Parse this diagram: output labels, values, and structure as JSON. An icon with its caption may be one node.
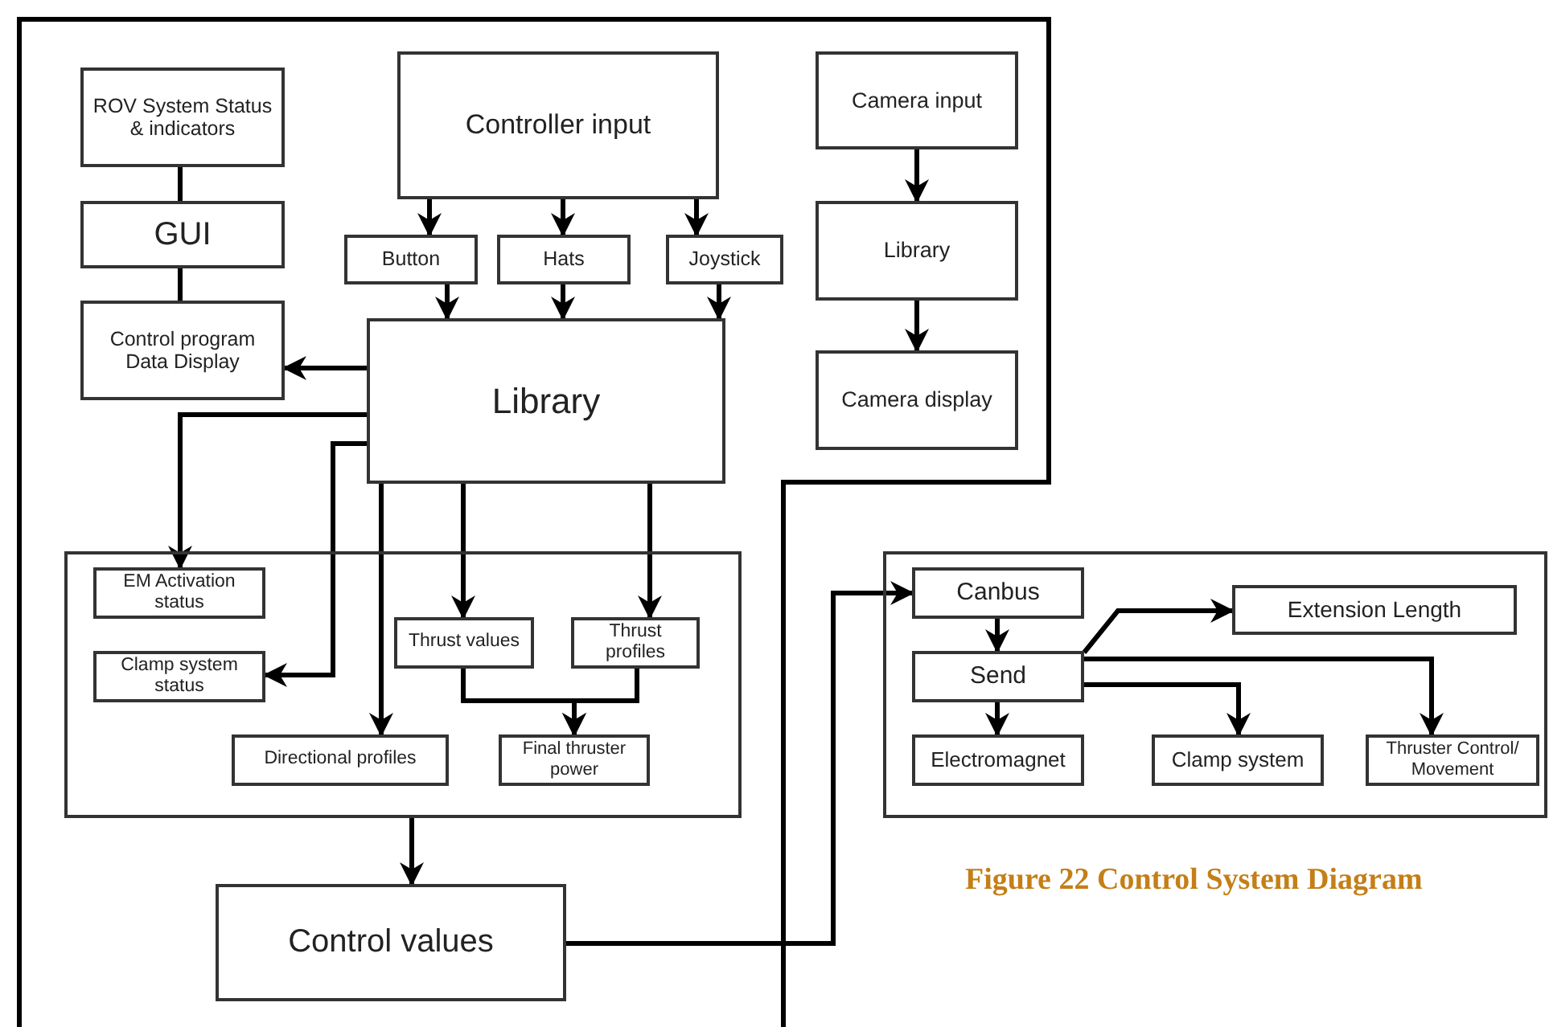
{
  "diagram": {
    "caption": "Figure 22 Control System Diagram",
    "nodes": [
      {
        "text": [
          "ROV System Status & indicators"
        ]
      },
      {
        "text": [
          "GUI"
        ]
      },
      {
        "text": [
          "Control program Data Display"
        ]
      },
      {
        "text": [
          "Controller input"
        ]
      },
      {
        "text": [
          "Button"
        ]
      },
      {
        "text": [
          "Hats"
        ]
      },
      {
        "text": [
          "Joystick"
        ]
      },
      {
        "text": [
          "Library"
        ]
      },
      {
        "text": [
          "Camera input"
        ]
      },
      {
        "text": [
          "Library"
        ]
      },
      {
        "text": [
          "Camera display"
        ]
      },
      {
        "text": [],
        "shape": "box"
      },
      {
        "text": [
          "EM Activation status"
        ],
        "in": 11
      },
      {
        "text": [
          "Clamp system status"
        ],
        "in": 11
      },
      {
        "text": [
          "Thrust values"
        ],
        "in": 11
      },
      {
        "text": [
          "Thrust profiles"
        ],
        "in": 11
      },
      {
        "text": [
          "Directional profiles"
        ],
        "in": 11
      },
      {
        "text": [
          "Final thruster power"
        ],
        "in": 11
      },
      {
        "text": [
          "Control values"
        ]
      },
      {
        "text": [],
        "shape": "box"
      },
      {
        "text": [
          "Canbus"
        ],
        "in": 19
      },
      {
        "text": [
          "Send"
        ],
        "in": 19
      },
      {
        "text": [
          "Extension Length"
        ],
        "in": 19
      },
      {
        "text": [
          "Electromagnet"
        ],
        "in": 19
      },
      {
        "text": [
          "Clamp system"
        ],
        "in": 19
      },
      {
        "text": [
          "Thruster Control/ Movement"
        ],
        "in": 19
      }
    ],
    "edges": [
      {
        "from": 0,
        "to": 1,
        "arrow": "none"
      },
      {
        "from": 1,
        "to": 2,
        "arrow": "none"
      },
      {
        "from": 3,
        "to": 4,
        "arrow": "to"
      },
      {
        "from": 3,
        "to": 5,
        "arrow": "to"
      },
      {
        "from": 3,
        "to": 6,
        "arrow": "to"
      },
      {
        "from": 4,
        "to": 7,
        "arrow": "to"
      },
      {
        "from": 5,
        "to": 7,
        "arrow": "to"
      },
      {
        "from": 6,
        "to": 7,
        "arrow": "to"
      },
      {
        "from": 7,
        "to": 2,
        "arrow": "to"
      },
      {
        "from": 7,
        "to": 12,
        "arrow": "to"
      },
      {
        "from": 7,
        "to": 13,
        "arrow": "to"
      },
      {
        "from": 7,
        "to": 16,
        "arrow": "to"
      },
      {
        "from": 7,
        "to": 14,
        "arrow": "to"
      },
      {
        "from": 7,
        "to": 15,
        "arrow": "to"
      },
      {
        "from": 14,
        "to": 17,
        "arrow": "to"
      },
      {
        "from": 15,
        "to": 17,
        "arrow": "to"
      },
      {
        "from": 8,
        "to": 9,
        "arrow": "to"
      },
      {
        "from": 9,
        "to": 10,
        "arrow": "to"
      },
      {
        "from": 11,
        "to": 18,
        "arrow": "to"
      },
      {
        "from": 18,
        "to": 20,
        "arrow": "to"
      },
      {
        "from": 20,
        "to": 21,
        "arrow": "to"
      },
      {
        "from": 21,
        "to": 22,
        "arrow": "to"
      },
      {
        "from": 21,
        "to": 23,
        "arrow": "to"
      },
      {
        "from": 21,
        "to": 24,
        "arrow": "to"
      },
      {
        "from": 21,
        "to": 25,
        "arrow": "to"
      }
    ]
  }
}
